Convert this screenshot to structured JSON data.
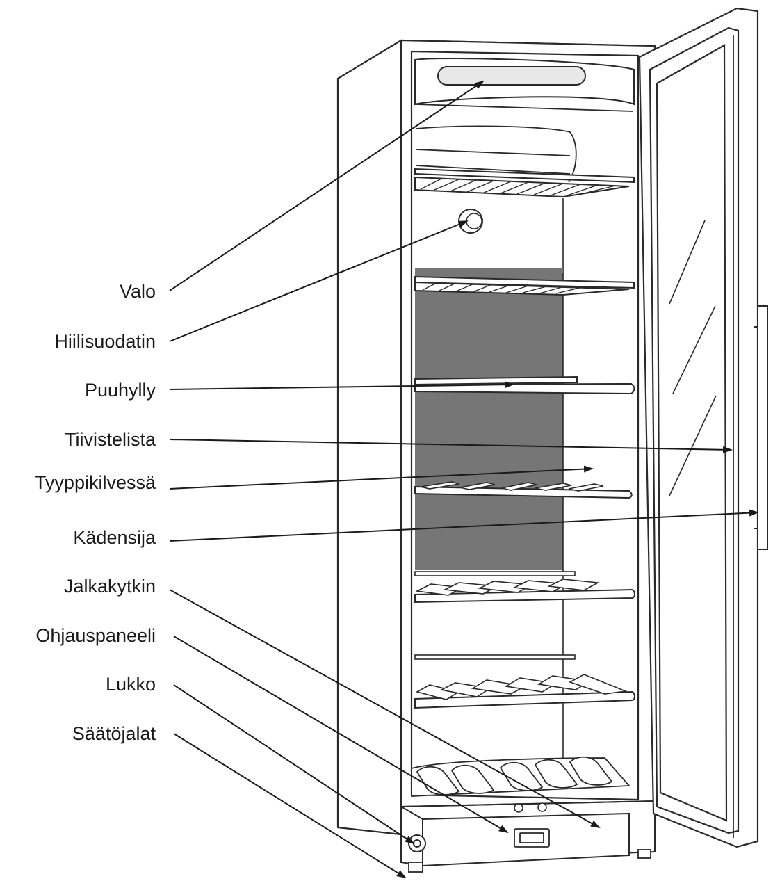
{
  "labels": {
    "valo": "Valo",
    "hiilisuodatin": "Hiilisuodatin",
    "puuhylly": "Puuhylly",
    "tiivistelista": "Tiivistelista",
    "tyyppikilvessa": "Tyyppikilvessä",
    "kadensija": "Kädensija",
    "jalkakytkin": "Jalkakytkin",
    "ohjauspaneeli": "Ohjauspaneeli",
    "lukko": "Lukko",
    "saatojalat": "Säätöjalat"
  },
  "colors": {
    "line": "#2a2a2a",
    "back_panel": "#767676",
    "light_bar": "#e8e8e8",
    "background": "#ffffff"
  }
}
